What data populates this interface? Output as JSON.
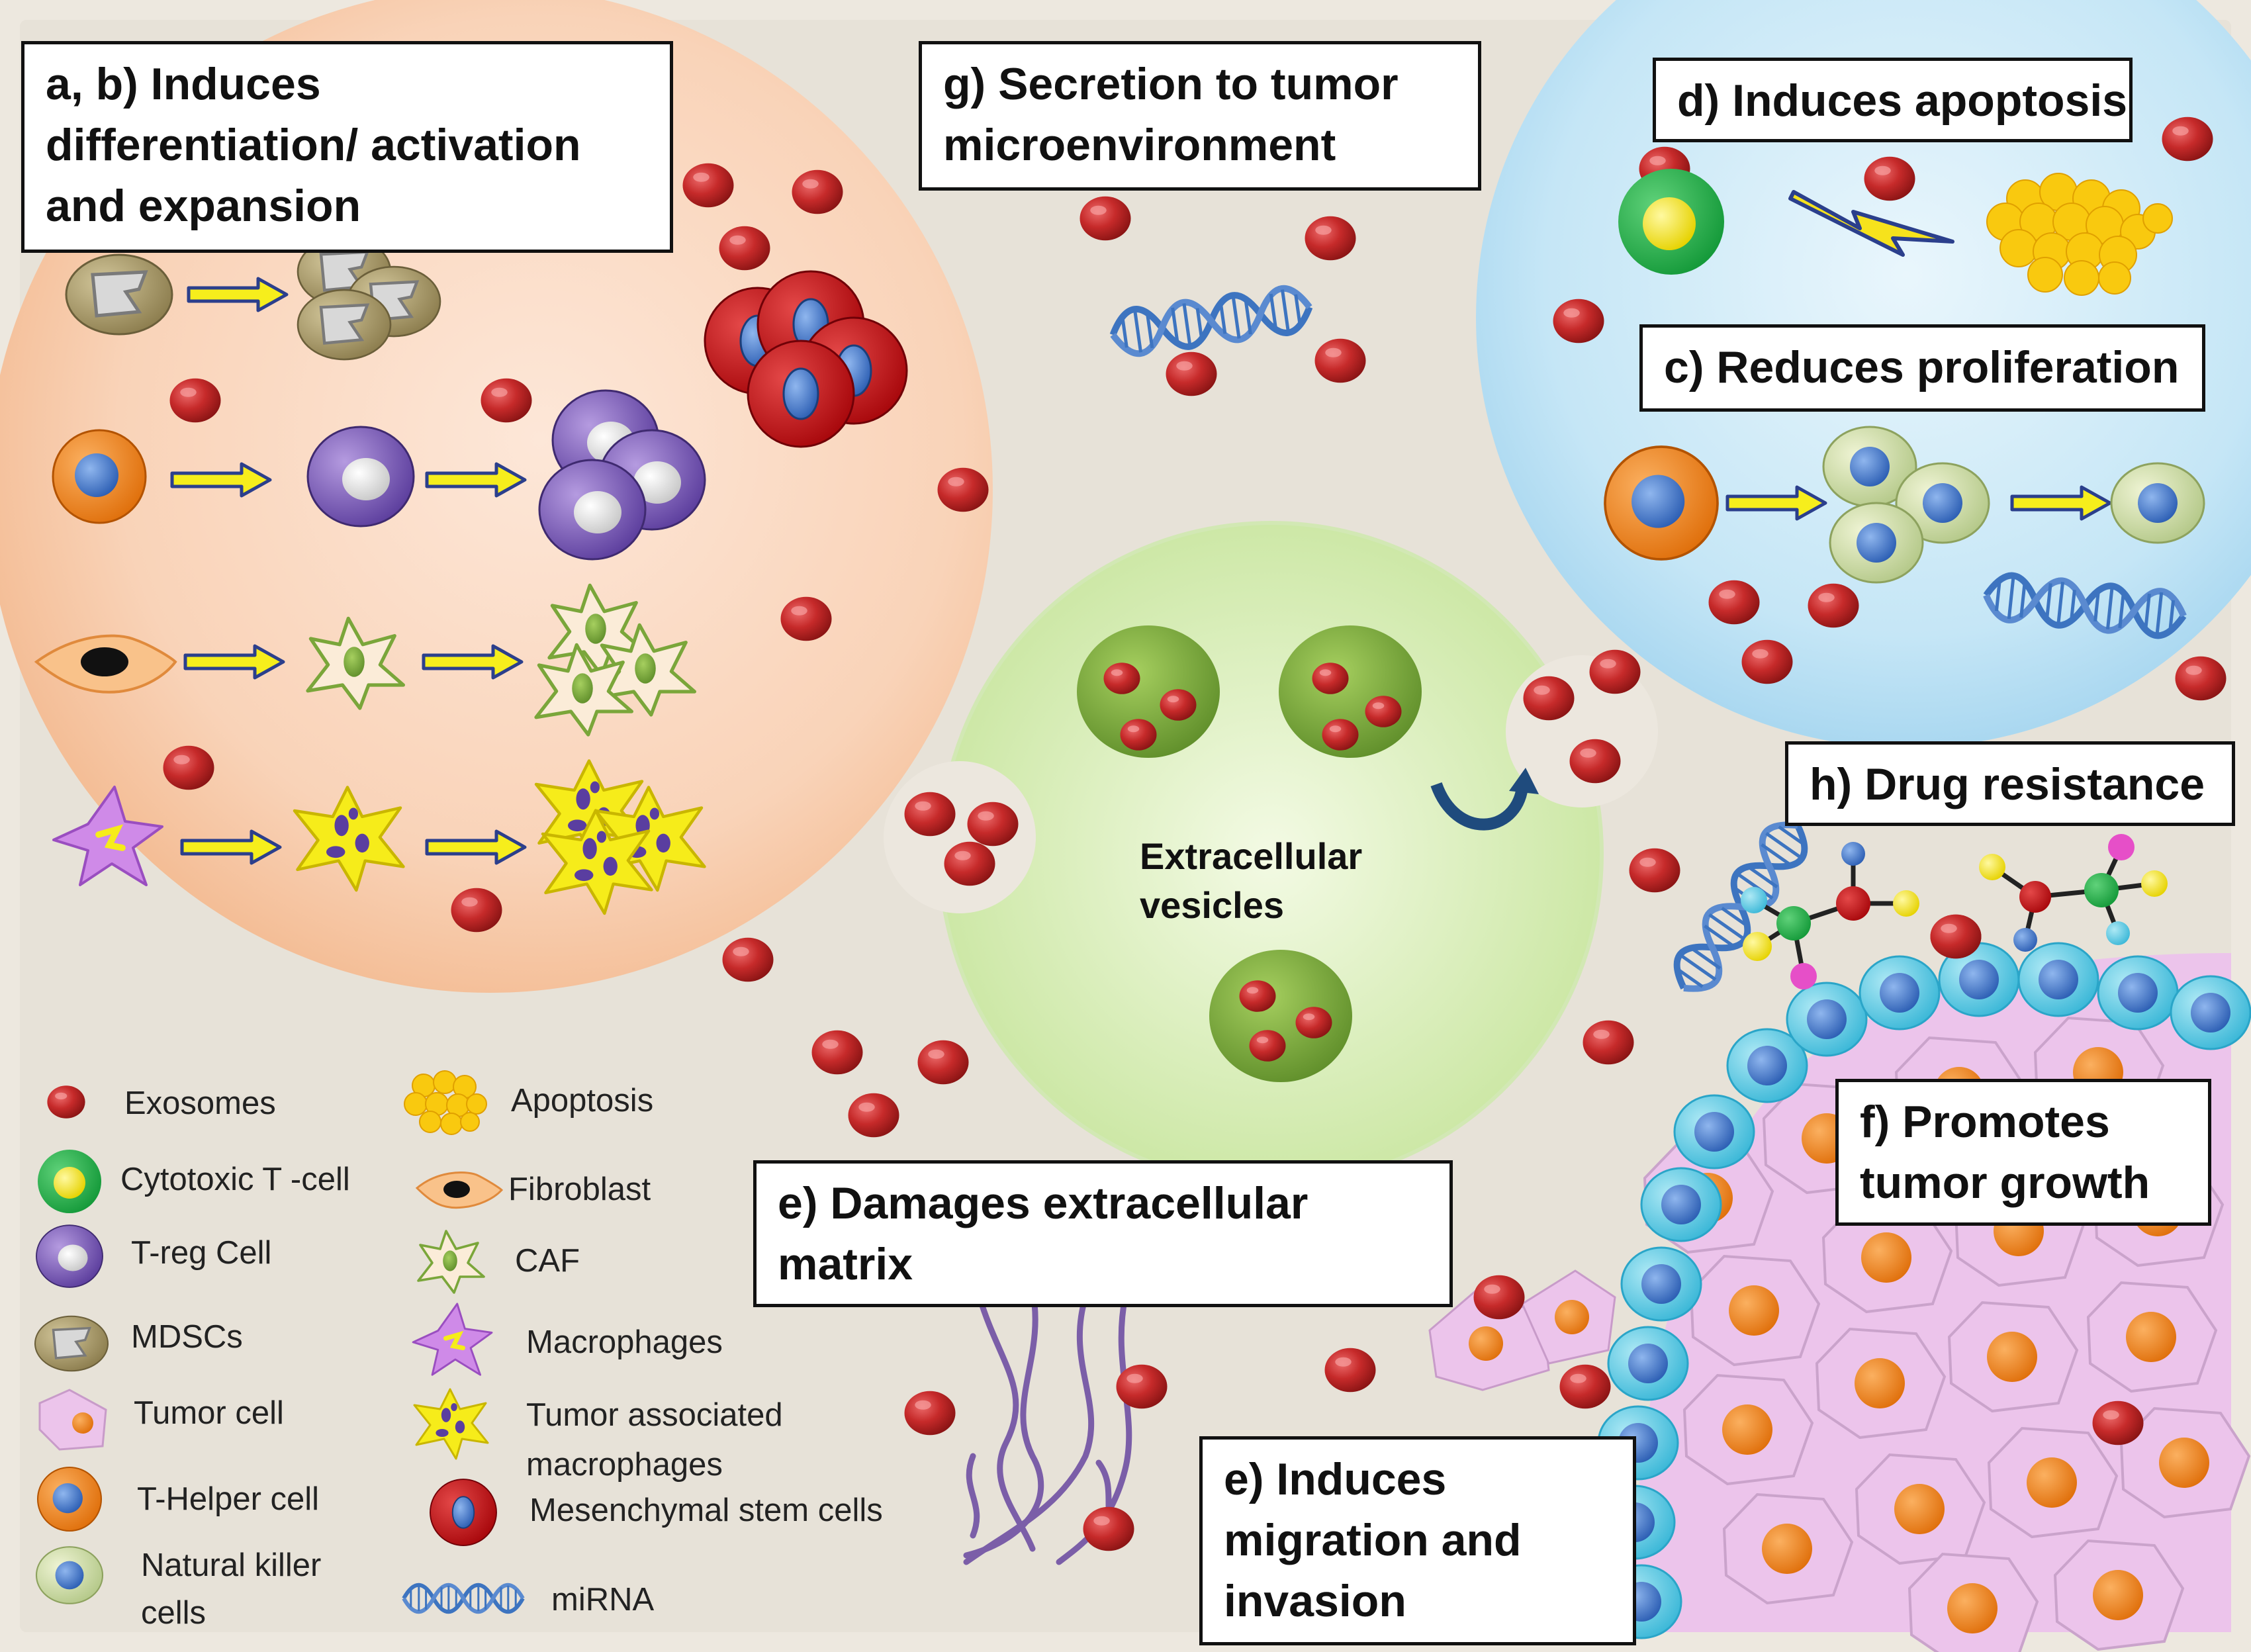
{
  "labels": {
    "ab_line1": "a, b) Induces",
    "ab_line2": "differentiation/ activation",
    "ab_line3": "and expansion",
    "g_line1": "g) Secretion to tumor",
    "g_line2": "microenvironment",
    "d": "d) Induces apoptosis",
    "c": "c) Reduces proliferation",
    "h": "h) Drug resistance",
    "f_line1": "f) Promotes",
    "f_line2": "tumor growth",
    "e1_line1": "e) Damages extracellular",
    "e1_line2": "matrix",
    "e2_line1": "e) Induces",
    "e2_line2": "migration and",
    "e2_line3": "invasion",
    "ev_line1": "Extracellular",
    "ev_line2": "vesicles"
  },
  "legend": {
    "exosomes": "Exosomes",
    "cytotoxic": "Cytotoxic T -cell",
    "treg": "T-reg Cell",
    "mdsc": "MDSCs",
    "tumor": "Tumor cell",
    "thelper": "T-Helper cell",
    "nk_line1": "Natural killer",
    "nk_line2": "cells",
    "apoptosis": "Apoptosis",
    "fibroblast": "Fibroblast",
    "caf": "CAF",
    "macrophages": "Macrophages",
    "tam_line1": "Tumor associated",
    "tam_line2": "macrophages",
    "msc": "Mesenchymal stem cells",
    "mirna": "miRNA"
  },
  "colors": {
    "background": "#ede8df",
    "left_region": "#f8cdb0",
    "right_region": "#bfe3f5",
    "vesicle": "#ddf0b8",
    "exosome": "#c62a2a",
    "arrow_fill": "#f6ee1c",
    "arrow_stroke": "#2b3f8c"
  }
}
